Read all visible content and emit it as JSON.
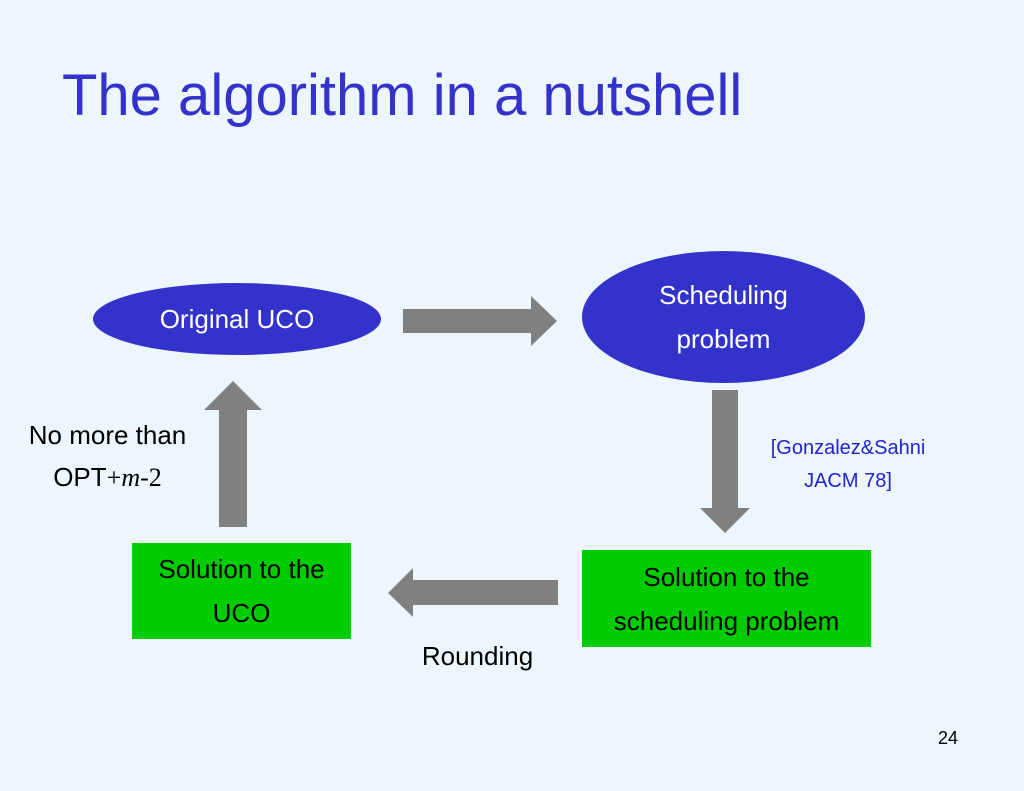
{
  "slide": {
    "title": "The algorithm in a nutshell",
    "page_number": "24"
  },
  "nodes": {
    "original_uco": "Original UCO",
    "scheduling_problem_line1": "Scheduling",
    "scheduling_problem_line2": "problem",
    "solution_scheduling_line1": "Solution to the",
    "solution_scheduling_line2": "scheduling problem",
    "solution_uco_line1": "Solution to the",
    "solution_uco_line2": "UCO"
  },
  "edge_labels": {
    "citation_line1": "[Gonzalez&Sahni",
    "citation_line2": "JACM 78]",
    "rounding": "Rounding",
    "bound_line1": "No more than",
    "bound_prefix": "OPT",
    "bound_plus": "+",
    "bound_m": "m",
    "bound_minus2": "-2"
  },
  "colors": {
    "title": "#3333cc",
    "ellipse_fill": "#3333cc",
    "box_fill": "#00cc00",
    "arrow_fill": "#808080",
    "citation": "#2222cc",
    "background": "#eef6fd"
  }
}
